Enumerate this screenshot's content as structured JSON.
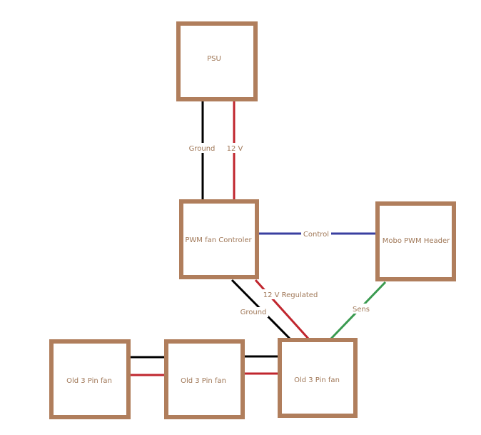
{
  "nodes": {
    "psu": "PSU",
    "controller": "PWM fan Controler",
    "mobo": "Mobo PWM Header",
    "fan1": "Old 3 Pin fan",
    "fan2": "Old 3 Pin fan",
    "fan3": "Old 3 Pin fan"
  },
  "wires": {
    "psu_ground": "Ground",
    "psu_12v": "12 V",
    "control": "Control",
    "regulated": "12 V Regulated",
    "ctrl_ground": "Ground",
    "sens": "Sens"
  },
  "colors": {
    "box": "#b07e5c",
    "ground": "#000000",
    "power": "#c0262e",
    "control": "#3a3fa0",
    "sens": "#3a9a50"
  }
}
